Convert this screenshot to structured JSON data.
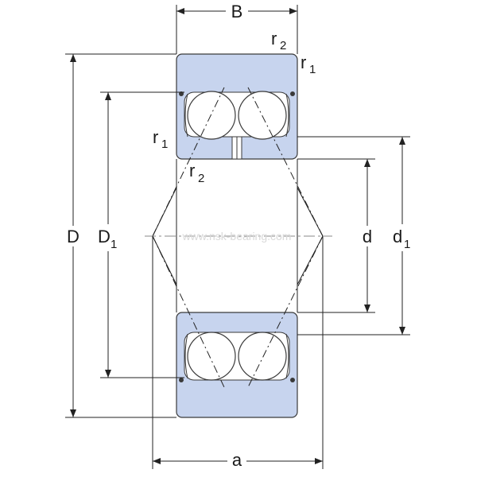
{
  "diagram": {
    "labels": {
      "B": "B",
      "a": "a",
      "D": "D",
      "D1_main": "D",
      "D1_sub": "1",
      "d": "d",
      "d1_main": "d",
      "d1_sub": "1",
      "r2_top_main": "r",
      "r2_top_sub": "2",
      "r1_top_main": "r",
      "r1_top_sub": "1",
      "r1_left_main": "r",
      "r1_left_sub": "1",
      "r2_mid_main": "r",
      "r2_mid_sub": "2"
    },
    "colors": {
      "ring_fill": "#c7d4ee",
      "ring_stroke": "#3a3a3a",
      "ball_fill": "#ffffff",
      "line": "#222222",
      "background": "#ffffff"
    },
    "watermark": "www.nsk-bearing.com"
  }
}
